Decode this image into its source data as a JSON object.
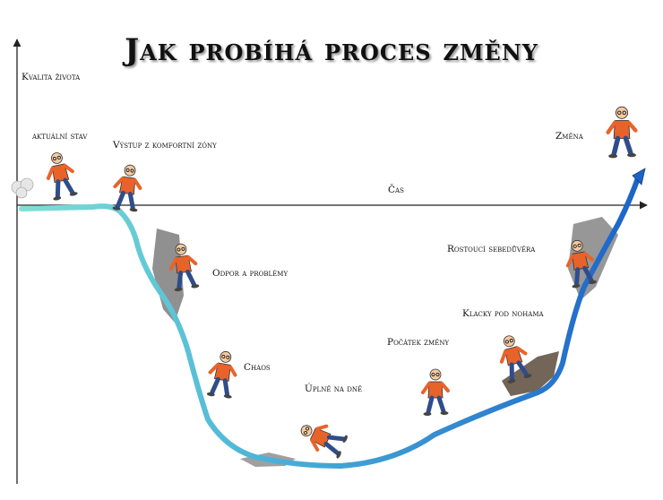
{
  "title": "Jak probíhá proces změny",
  "axes": {
    "y_label": "Kvalita života",
    "x_label": "Čas"
  },
  "stages": [
    {
      "id": "aktualni-stav",
      "label": "aktuální stav"
    },
    {
      "id": "vystup",
      "label": "Výstup z komfortní zóny"
    },
    {
      "id": "odpor",
      "label": "Odpor a problémy"
    },
    {
      "id": "chaos",
      "label": "Chaos"
    },
    {
      "id": "dno",
      "label": "Úplně na dně"
    },
    {
      "id": "pocatek",
      "label": "Počátek změny"
    },
    {
      "id": "klacky",
      "label": "Klacky pod nohama"
    },
    {
      "id": "sebeduvera",
      "label": "Rostoucí sebedůvěra"
    },
    {
      "id": "zmena",
      "label": "Změna"
    }
  ],
  "colors": {
    "curve_start": "#7fe0d4",
    "curve_end": "#1c63c9",
    "figure_shirt": "#e8632a",
    "figure_pants": "#2f4d8a",
    "rock": "#6b6b6b"
  }
}
